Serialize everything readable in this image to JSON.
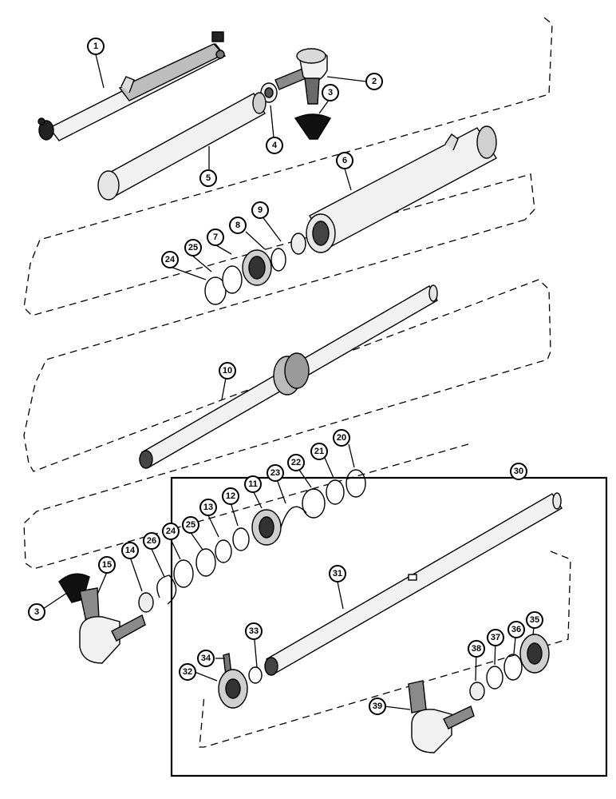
{
  "diagram": {
    "callouts": [
      {
        "id": "c1",
        "label": "1"
      },
      {
        "id": "c2",
        "label": "2"
      },
      {
        "id": "c3a",
        "label": "3"
      },
      {
        "id": "c4",
        "label": "4"
      },
      {
        "id": "c5",
        "label": "5"
      },
      {
        "id": "c6",
        "label": "6"
      },
      {
        "id": "c7",
        "label": "7"
      },
      {
        "id": "c8",
        "label": "8"
      },
      {
        "id": "c9",
        "label": "9"
      },
      {
        "id": "c24a",
        "label": "24"
      },
      {
        "id": "c25a",
        "label": "25"
      },
      {
        "id": "c10",
        "label": "10"
      },
      {
        "id": "c20",
        "label": "20"
      },
      {
        "id": "c21",
        "label": "21"
      },
      {
        "id": "c22",
        "label": "22"
      },
      {
        "id": "c23",
        "label": "23"
      },
      {
        "id": "c11",
        "label": "11"
      },
      {
        "id": "c12",
        "label": "12"
      },
      {
        "id": "c13",
        "label": "13"
      },
      {
        "id": "c25b",
        "label": "25"
      },
      {
        "id": "c24b",
        "label": "24"
      },
      {
        "id": "c26",
        "label": "26"
      },
      {
        "id": "c14",
        "label": "14"
      },
      {
        "id": "c15",
        "label": "15"
      },
      {
        "id": "c3b",
        "label": "3"
      },
      {
        "id": "c30",
        "label": "30"
      },
      {
        "id": "c31",
        "label": "31"
      },
      {
        "id": "c33",
        "label": "33"
      },
      {
        "id": "c34",
        "label": "34"
      },
      {
        "id": "c32",
        "label": "32"
      },
      {
        "id": "c35",
        "label": "35"
      },
      {
        "id": "c36",
        "label": "36"
      },
      {
        "id": "c37",
        "label": "37"
      },
      {
        "id": "c38",
        "label": "38"
      },
      {
        "id": "c39",
        "label": "39"
      }
    ]
  }
}
